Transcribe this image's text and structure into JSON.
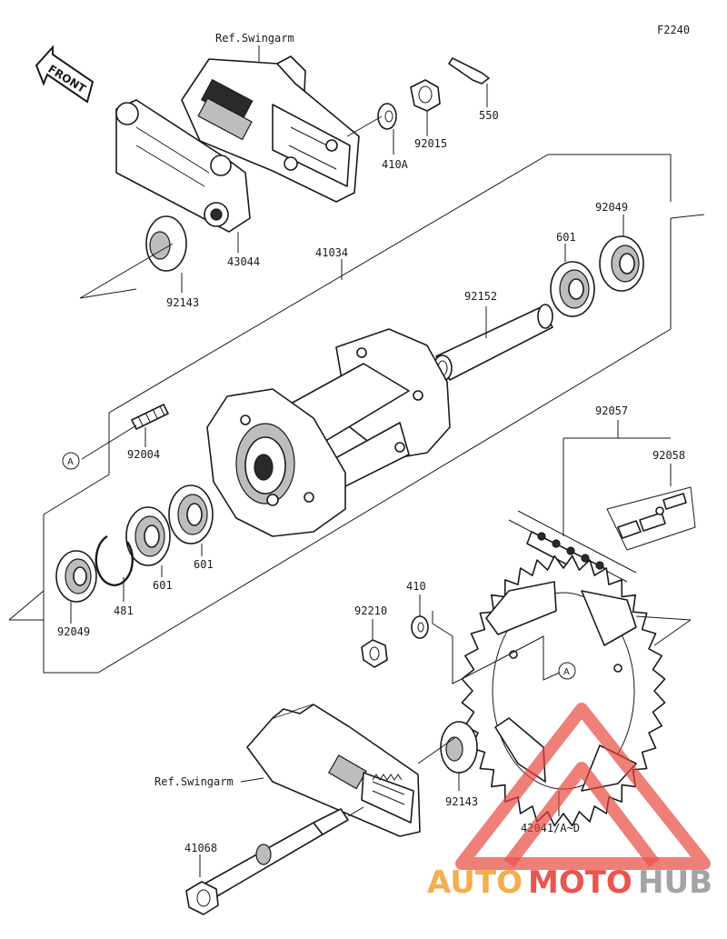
{
  "figure_code": "F2240",
  "front_label": "FRONT",
  "ref_swingarm_top": "Ref.Swingarm",
  "ref_swingarm_bottom": "Ref.Swingarm",
  "callout_a": "A",
  "parts": {
    "p550": "550",
    "p92015": "92015",
    "p410a": "410A",
    "p43044": "43044",
    "p92143_top": "92143",
    "p41034": "41034",
    "p92049_right": "92049",
    "p601_right": "601",
    "p92152": "92152",
    "p92004": "92004",
    "p601_a": "601",
    "p601_b": "601",
    "p481": "481",
    "p92049_left": "92049",
    "p92057": "92057",
    "p92058": "92058",
    "p410": "410",
    "p92210": "92210",
    "p92143_bottom": "92143",
    "p42041": "42041/A~D",
    "p41068": "41068"
  },
  "watermark": {
    "part1": "AUTO",
    "part2": "MOTO",
    "part3": "HUB"
  },
  "colors": {
    "line": "#1a1a1a",
    "watermark_red": "#e8433a",
    "watermark_orange": "#f4a53a",
    "watermark_grey": "#9a9a9a"
  }
}
